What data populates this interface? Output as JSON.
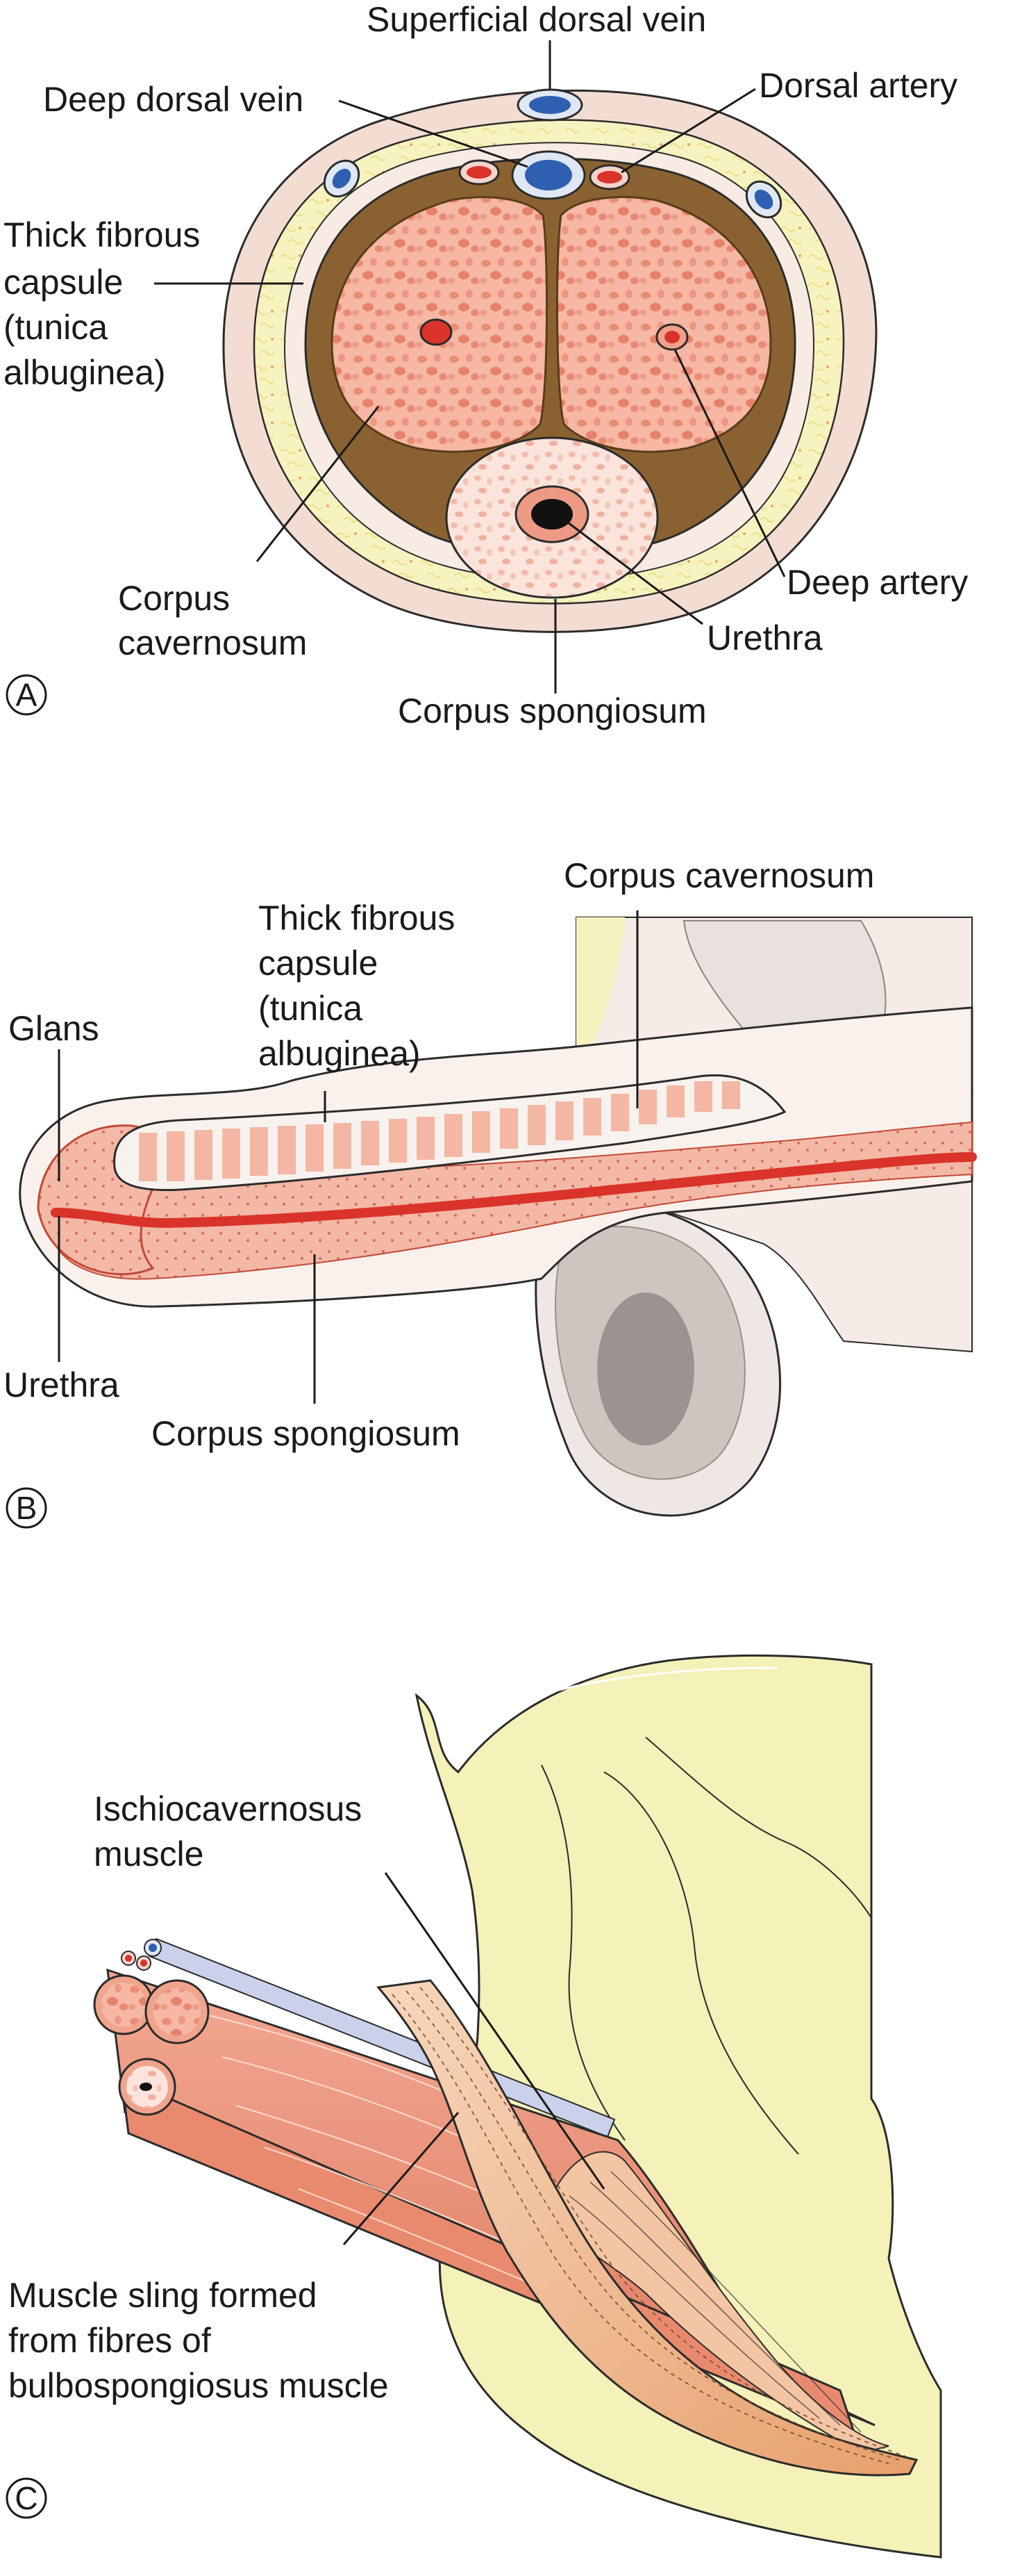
{
  "panels": [
    {
      "letter": "A",
      "labels": {
        "superficial_dorsal_vein": "Superficial dorsal vein",
        "deep_dorsal_vein": "Deep dorsal vein",
        "dorsal_artery": "Dorsal artery",
        "capsule_1": "Thick fibrous",
        "capsule_2": "capsule",
        "capsule_3": "(tunica",
        "capsule_4": "albuginea)",
        "cavernosum_1": "Corpus",
        "cavernosum_2": "cavernosum",
        "deep_artery": "Deep artery",
        "urethra": "Urethra",
        "spongiosum": "Corpus spongiosum"
      }
    },
    {
      "letter": "B",
      "labels": {
        "cavernosum": "Corpus cavernosum",
        "capsule_1": "Thick fibrous",
        "capsule_2": "capsule",
        "capsule_3": "(tunica",
        "capsule_4": "albuginea)",
        "glans": "Glans",
        "urethra": "Urethra",
        "spongiosum": "Corpus spongiosum"
      }
    },
    {
      "letter": "C",
      "labels": {
        "ischio_1": "Ischiocavernosus",
        "ischio_2": "muscle",
        "sling_1": "Muscle sling formed",
        "sling_2": "from fibres of",
        "sling_3": "bulbospongiosus muscle"
      }
    }
  ],
  "colors": {
    "skin": "#f3ddd3",
    "fat": "#f7f3c0",
    "capsule_brown": "#8a6231",
    "erectile_tissue": "#f3a995",
    "spongy_tissue": "#fbe1d8",
    "vein": "#2f5fb0",
    "artery": "#d9332a",
    "muscle": "#e88d72",
    "bone": "#f4f1b9",
    "testis": "#cfc4c0"
  }
}
